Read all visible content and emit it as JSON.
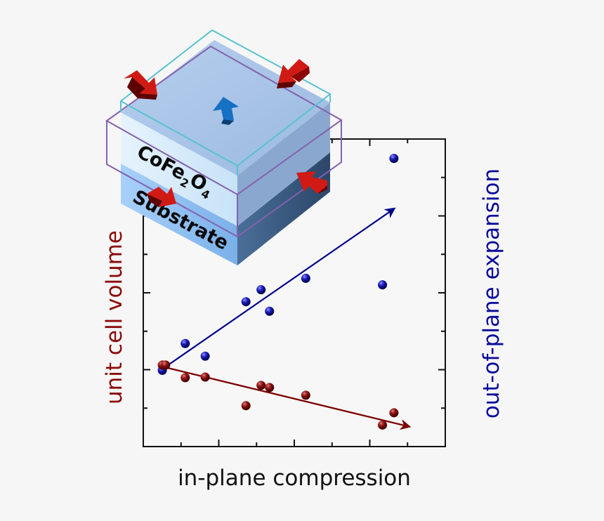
{
  "chart_data": {
    "type": "scatter",
    "title": "",
    "xlabel": "in-plane compression",
    "ylabel_left": "unit cell volume",
    "ylabel_right": "out-of-plane expansion",
    "xlim": [
      0,
      1
    ],
    "ylim": [
      0,
      1
    ],
    "grid": false,
    "series": [
      {
        "name": "",
        "axis": "right",
        "color": "#00008b",
        "x": [
          0.063,
          0.139,
          0.205,
          0.34,
          0.39,
          0.418,
          0.538,
          0.792,
          0.83
        ],
        "y": [
          0.248,
          0.335,
          0.294,
          0.471,
          0.51,
          0.44,
          0.547,
          0.526,
          0.937
        ],
        "trend": {
          "from": [
            0.063,
            0.252
          ],
          "to": [
            0.83,
            0.773
          ]
        }
      },
      {
        "name": "",
        "axis": "left",
        "color": "#7b0000",
        "x": [
          0.063,
          0.074,
          0.139,
          0.205,
          0.34,
          0.39,
          0.418,
          0.538,
          0.792,
          0.83
        ],
        "y": [
          0.265,
          0.265,
          0.224,
          0.226,
          0.133,
          0.199,
          0.192,
          0.167,
          0.07,
          0.11
        ],
        "trend": {
          "from": [
            0.063,
            0.26
          ],
          "to": [
            0.88,
            0.065
          ]
        }
      }
    ]
  },
  "inset": {
    "film_label_main": "CoFe",
    "film_sub_1": "2",
    "film_mid": "O",
    "film_sub_2": "4",
    "substrate_label": "Substrate",
    "colors": {
      "film_top": "#a8c4e6",
      "film_front": "#d8ecfb",
      "film_side": "#7f9fc8",
      "substrate_front": "#93bff1",
      "substrate_side": "#35587e",
      "cyan_outline": "#58c2cf",
      "purple_outline": "#8361ae",
      "arrow_red": "#d11a14",
      "arrow_blue": "#1670c4"
    }
  }
}
